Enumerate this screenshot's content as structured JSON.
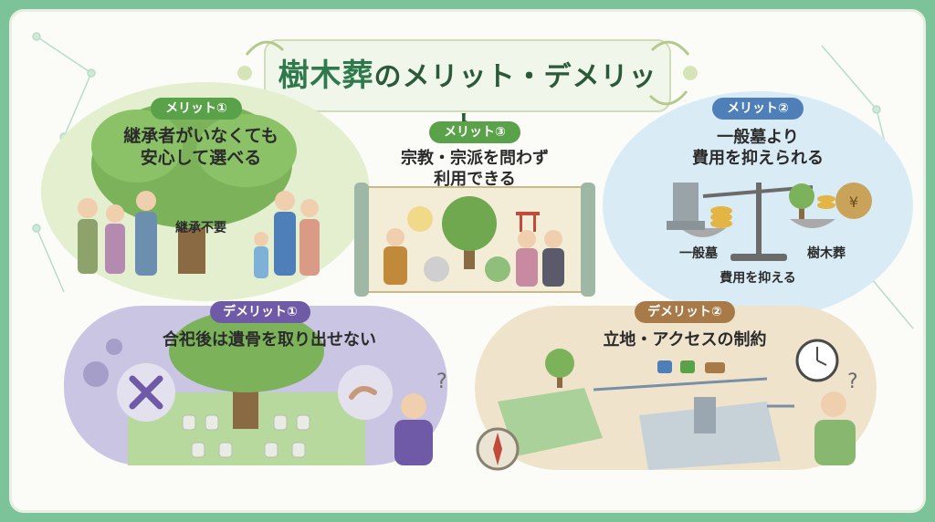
{
  "title": {
    "accent": "樹木葬",
    "rest": "のメリット・デメリット"
  },
  "panels": {
    "merit1": {
      "badge": "メリット①",
      "heading_line1": "継承者がいなくても",
      "heading_line2": "安心して選べる",
      "caption": "継承不要"
    },
    "merit2": {
      "badge": "メリット②",
      "heading_line1": "一般墓より",
      "heading_line2": "費用を抑えられる",
      "label_left": "一般墓",
      "label_right": "樹木葬",
      "label_bottom": "費用を抑える"
    },
    "merit3": {
      "badge": "メリット③",
      "heading_line1": "宗教・宗派を問わず",
      "heading_line2": "利用できる"
    },
    "demerit1": {
      "badge": "デメリット①",
      "heading": "合祀後は遺骨を取り出せない"
    },
    "demerit2": {
      "badge": "デメリット②",
      "heading": "立地・アクセスの制約"
    }
  },
  "colors": {
    "outer_green": "#7cc39a",
    "merit_badge": "#5aa24a",
    "merit2_badge": "#4f7fb8",
    "demerit1_badge": "#6e5aa6",
    "demerit2_badge": "#a77a48"
  },
  "icons": [
    "tree-icon",
    "scale-icon",
    "scroll-icon",
    "cross-icon",
    "hands-icon",
    "compass-icon",
    "clock-icon",
    "map-icon",
    "money-bag-icon",
    "grave-icon",
    "torii-icon",
    "buddha-icon",
    "gear-icon",
    "question-icon"
  ]
}
